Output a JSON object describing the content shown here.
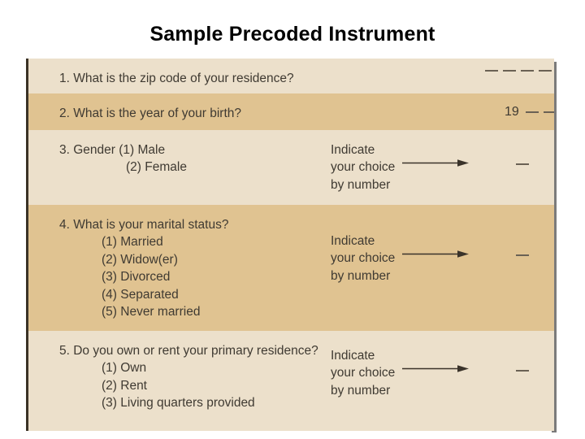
{
  "page": {
    "title": "Sample Precoded Instrument"
  },
  "instrument": {
    "indicate": {
      "line1": "Indicate",
      "line2": "your choice",
      "line3": "by number",
      "arrow_icon": "right-arrow-icon"
    },
    "year_prefix": "19",
    "questions": [
      {
        "number": "1.",
        "stem": "1. What is the zip code of your residence?",
        "options": [],
        "answer_type": "blanks",
        "blank_count": 5,
        "shade": "light"
      },
      {
        "number": "2.",
        "stem": "2. What is the year of your birth?",
        "options": [],
        "answer_type": "year-blanks",
        "blank_count": 2,
        "shade": "dark"
      },
      {
        "number": "3.",
        "stem": "3. Gender (1) Male",
        "stem_inline_option": "(1) Male",
        "options": [
          "(2) Female"
        ],
        "answer_type": "indicate",
        "blank_count": 1,
        "shade": "light"
      },
      {
        "number": "4.",
        "stem": "4. What is your marital status?",
        "options": [
          "(1) Married",
          "(2) Widow(er)",
          "(3) Divorced",
          "(4) Separated",
          "(5) Never married"
        ],
        "answer_type": "indicate",
        "blank_count": 1,
        "shade": "dark"
      },
      {
        "number": "5.",
        "stem": "5. Do you own or rent your primary residence?",
        "options": [
          "(1) Own",
          "(2) Rent",
          "(3) Living quarters provided"
        ],
        "answer_type": "indicate",
        "blank_count": 1,
        "shade": "light"
      }
    ]
  },
  "colors": {
    "row_light": "#ece0cb",
    "row_dark": "#e0c391",
    "text": "#3f3a32",
    "border": "#3a3226",
    "shadow": "#7b7b7b",
    "title": "#000000"
  }
}
